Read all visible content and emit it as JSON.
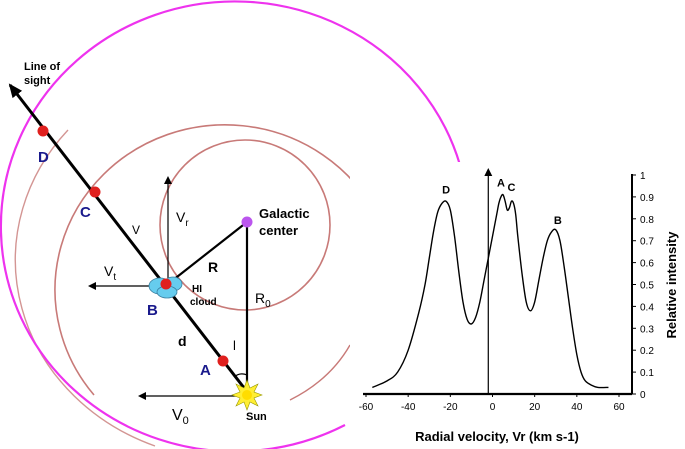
{
  "diagram": {
    "line_of_sight_label": [
      "Line of",
      "sight"
    ],
    "points": [
      "D",
      "C",
      "B",
      "A"
    ],
    "vector_labels": {
      "v": "V",
      "vr": "V",
      "vr_sub": "r",
      "vt": "V",
      "vt_sub": "t",
      "v0": "V",
      "v0_sub": "0"
    },
    "galactic_center_label": [
      "Galactic",
      "center"
    ],
    "r_label": "R",
    "r0_label": "R",
    "r0_sub": "0",
    "cloud_label": [
      "HI",
      "cloud"
    ],
    "d_label": "d",
    "l_label": "l",
    "sun_label": "Sun",
    "colors": {
      "outer_ring": "#ee33ee",
      "inner_rings": "#c87a78",
      "points": "#e0201e",
      "point_labels": "#1a1a8c",
      "center": "#bb55ee",
      "cloud": "#66ccee",
      "sun": "#ffee33"
    }
  },
  "chart_data": {
    "type": "line",
    "xlabel": "Radial velocity, Vr (km s-1)",
    "ylabel": "Relative intensity",
    "x_ticks": [
      "-60",
      "-40",
      "-20",
      "0",
      "20",
      "40",
      "60"
    ],
    "y_ticks": [
      "0",
      "0.1",
      "0.2",
      "0.3",
      "0.4",
      "0.5",
      "0.6",
      "0.7",
      "0.8",
      "0.9",
      "1"
    ],
    "xlim": [
      -60,
      60
    ],
    "ylim": [
      0,
      1
    ],
    "peak_labels": [
      {
        "label": "D",
        "x": -22,
        "y": 0.88
      },
      {
        "label": "A",
        "x": 4,
        "y": 0.91
      },
      {
        "label": "C",
        "x": 9,
        "y": 0.89
      },
      {
        "label": "B",
        "x": 31,
        "y": 0.74
      }
    ],
    "series": [
      {
        "x": [
          -57,
          -50,
          -45,
          -40,
          -35,
          -32,
          -30,
          -28,
          -26,
          -24,
          -22,
          -20,
          -18,
          -16,
          -14,
          -12,
          -10,
          -8,
          -6,
          -4,
          -2,
          0,
          2,
          3,
          4,
          5,
          6,
          7,
          8,
          9,
          10,
          11,
          12,
          14,
          16,
          18,
          20,
          22,
          24,
          26,
          28,
          30,
          32,
          34,
          36,
          38,
          40,
          42,
          44,
          47,
          50,
          55
        ],
        "y": [
          0.03,
          0.06,
          0.1,
          0.2,
          0.37,
          0.5,
          0.62,
          0.74,
          0.83,
          0.87,
          0.88,
          0.84,
          0.72,
          0.56,
          0.42,
          0.34,
          0.32,
          0.35,
          0.42,
          0.52,
          0.62,
          0.72,
          0.82,
          0.87,
          0.9,
          0.91,
          0.88,
          0.84,
          0.85,
          0.88,
          0.87,
          0.82,
          0.72,
          0.55,
          0.42,
          0.38,
          0.42,
          0.52,
          0.62,
          0.7,
          0.74,
          0.75,
          0.7,
          0.58,
          0.44,
          0.3,
          0.18,
          0.1,
          0.06,
          0.04,
          0.03,
          0.03
        ]
      }
    ],
    "vertical_marker_x": -2
  }
}
